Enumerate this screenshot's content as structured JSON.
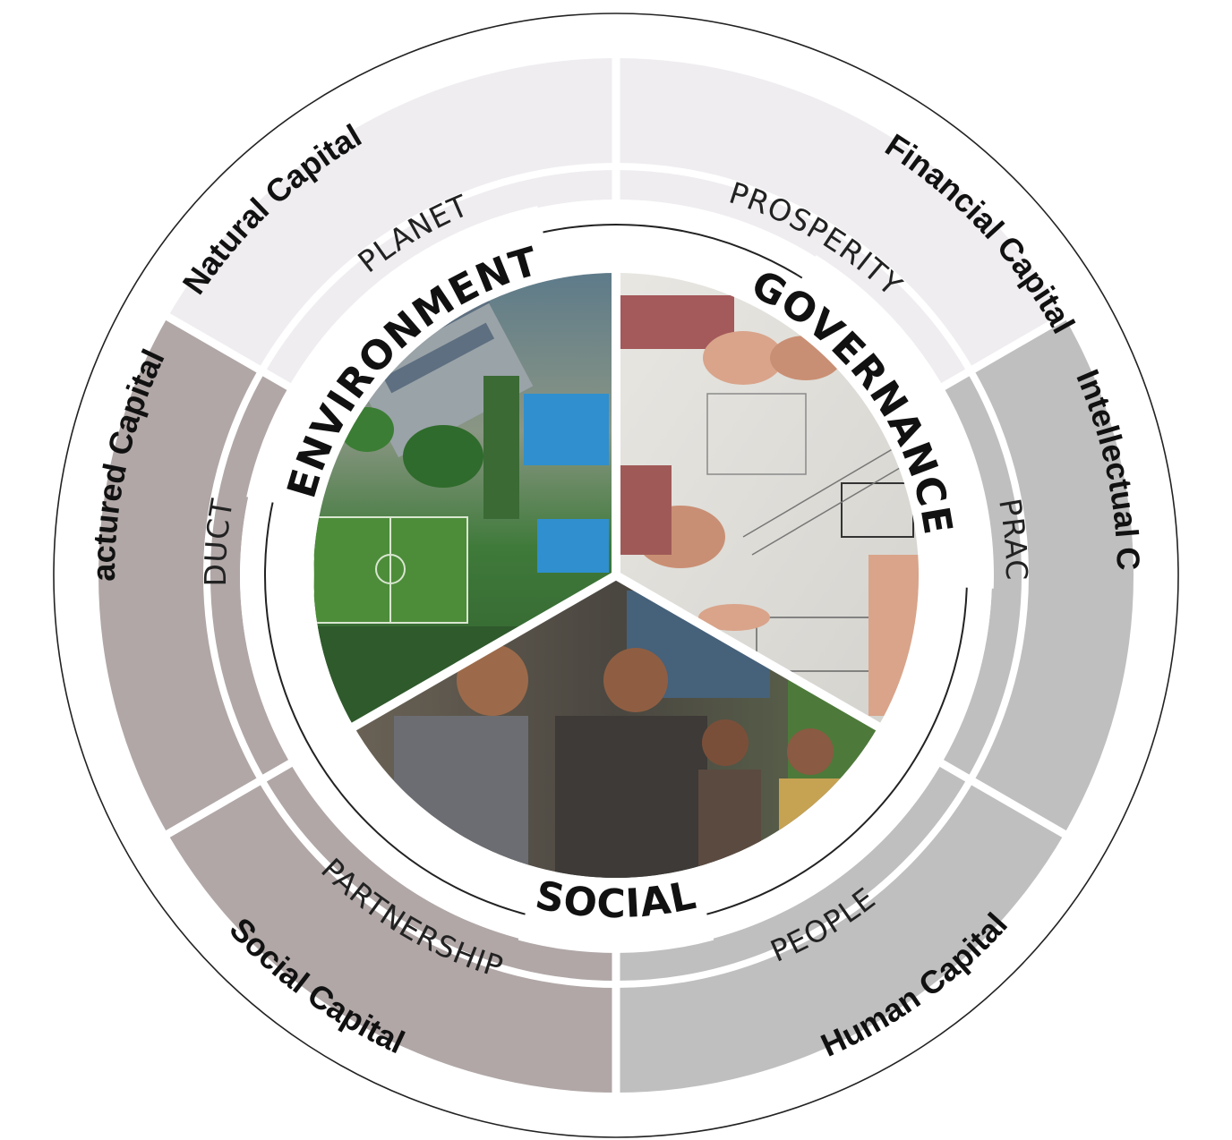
{
  "capitals": {
    "natural": "Natural Capital",
    "financial": "Financial Capital",
    "intellectual": "Intellectual Capital",
    "human": "Human Capital",
    "social": "Social Capital",
    "manufactured": "Manufactured Capital"
  },
  "pillars": {
    "planet": "PLANET",
    "prosperity": "PROSPERITY",
    "practice": "PRACTICE",
    "people": "PEOPLE",
    "partnership": "PARTNERSHIP",
    "product": "PRODUCT"
  },
  "esg": {
    "environment": "ENVIRONMENT",
    "governance": "GOVERNANCE",
    "social": "SOCIAL"
  },
  "colors": {
    "environment_band": "#efedf0",
    "governance_band": "#c0bfbf",
    "social_band": "#b1a7a7",
    "outline": "#222222"
  },
  "photos": {
    "environment": "aerial-garden-courtyard-photo",
    "governance": "hands-over-blueprint-photo",
    "social": "people-conversation-photo"
  }
}
